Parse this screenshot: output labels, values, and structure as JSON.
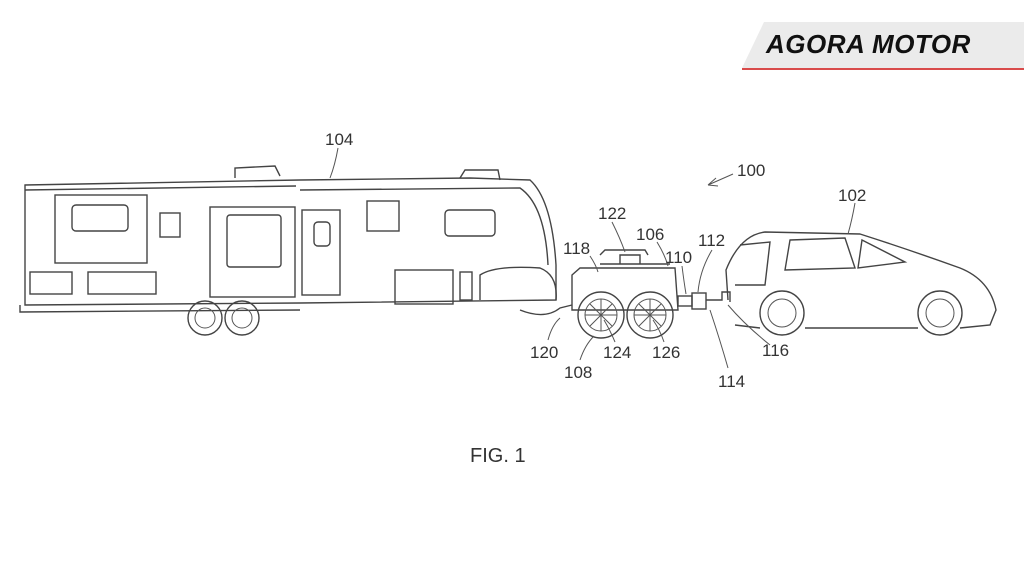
{
  "logo": {
    "text": "AGORA MOTOR",
    "accent_color": "#d94b4b"
  },
  "figure": {
    "caption": "FIG. 1",
    "labels": {
      "system": "100",
      "vehicle": "102",
      "trailer": "104",
      "dolly": "106",
      "wheel": "108",
      "connector_a": "110",
      "connector_b": "112",
      "hitch": "114",
      "hitch_receiver": "116",
      "body": "118",
      "support": "120",
      "fifth_wheel": "122",
      "axle_a": "124",
      "axle_b": "126"
    }
  }
}
